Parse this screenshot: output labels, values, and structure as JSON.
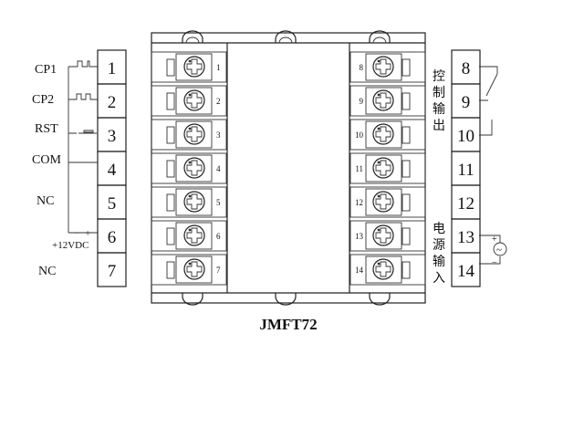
{
  "title": "JMFT72",
  "left_labels": {
    "cp1": "CP1",
    "cp2": "CP2",
    "rst": "RST",
    "com": "COM",
    "nc1": "NC",
    "nc2": "NC",
    "vdc": "+12VDC",
    "minus": "−",
    "plus": "+"
  },
  "left_block": [
    "1",
    "2",
    "3",
    "4",
    "5",
    "6",
    "7"
  ],
  "right_block": [
    "8",
    "9",
    "10",
    "11",
    "12",
    "13",
    "14"
  ],
  "device_left_numbers": [
    "1",
    "2",
    "3",
    "4",
    "5",
    "6",
    "7"
  ],
  "device_right_numbers": [
    "8",
    "9",
    "10",
    "11",
    "12",
    "13",
    "14"
  ],
  "control_output_label": [
    "控",
    "制",
    "输",
    "出"
  ],
  "power_input_label": [
    "电",
    "源",
    "输",
    "入"
  ],
  "power_symbols": {
    "plus": "+",
    "minus": "−",
    "ac": "~"
  }
}
